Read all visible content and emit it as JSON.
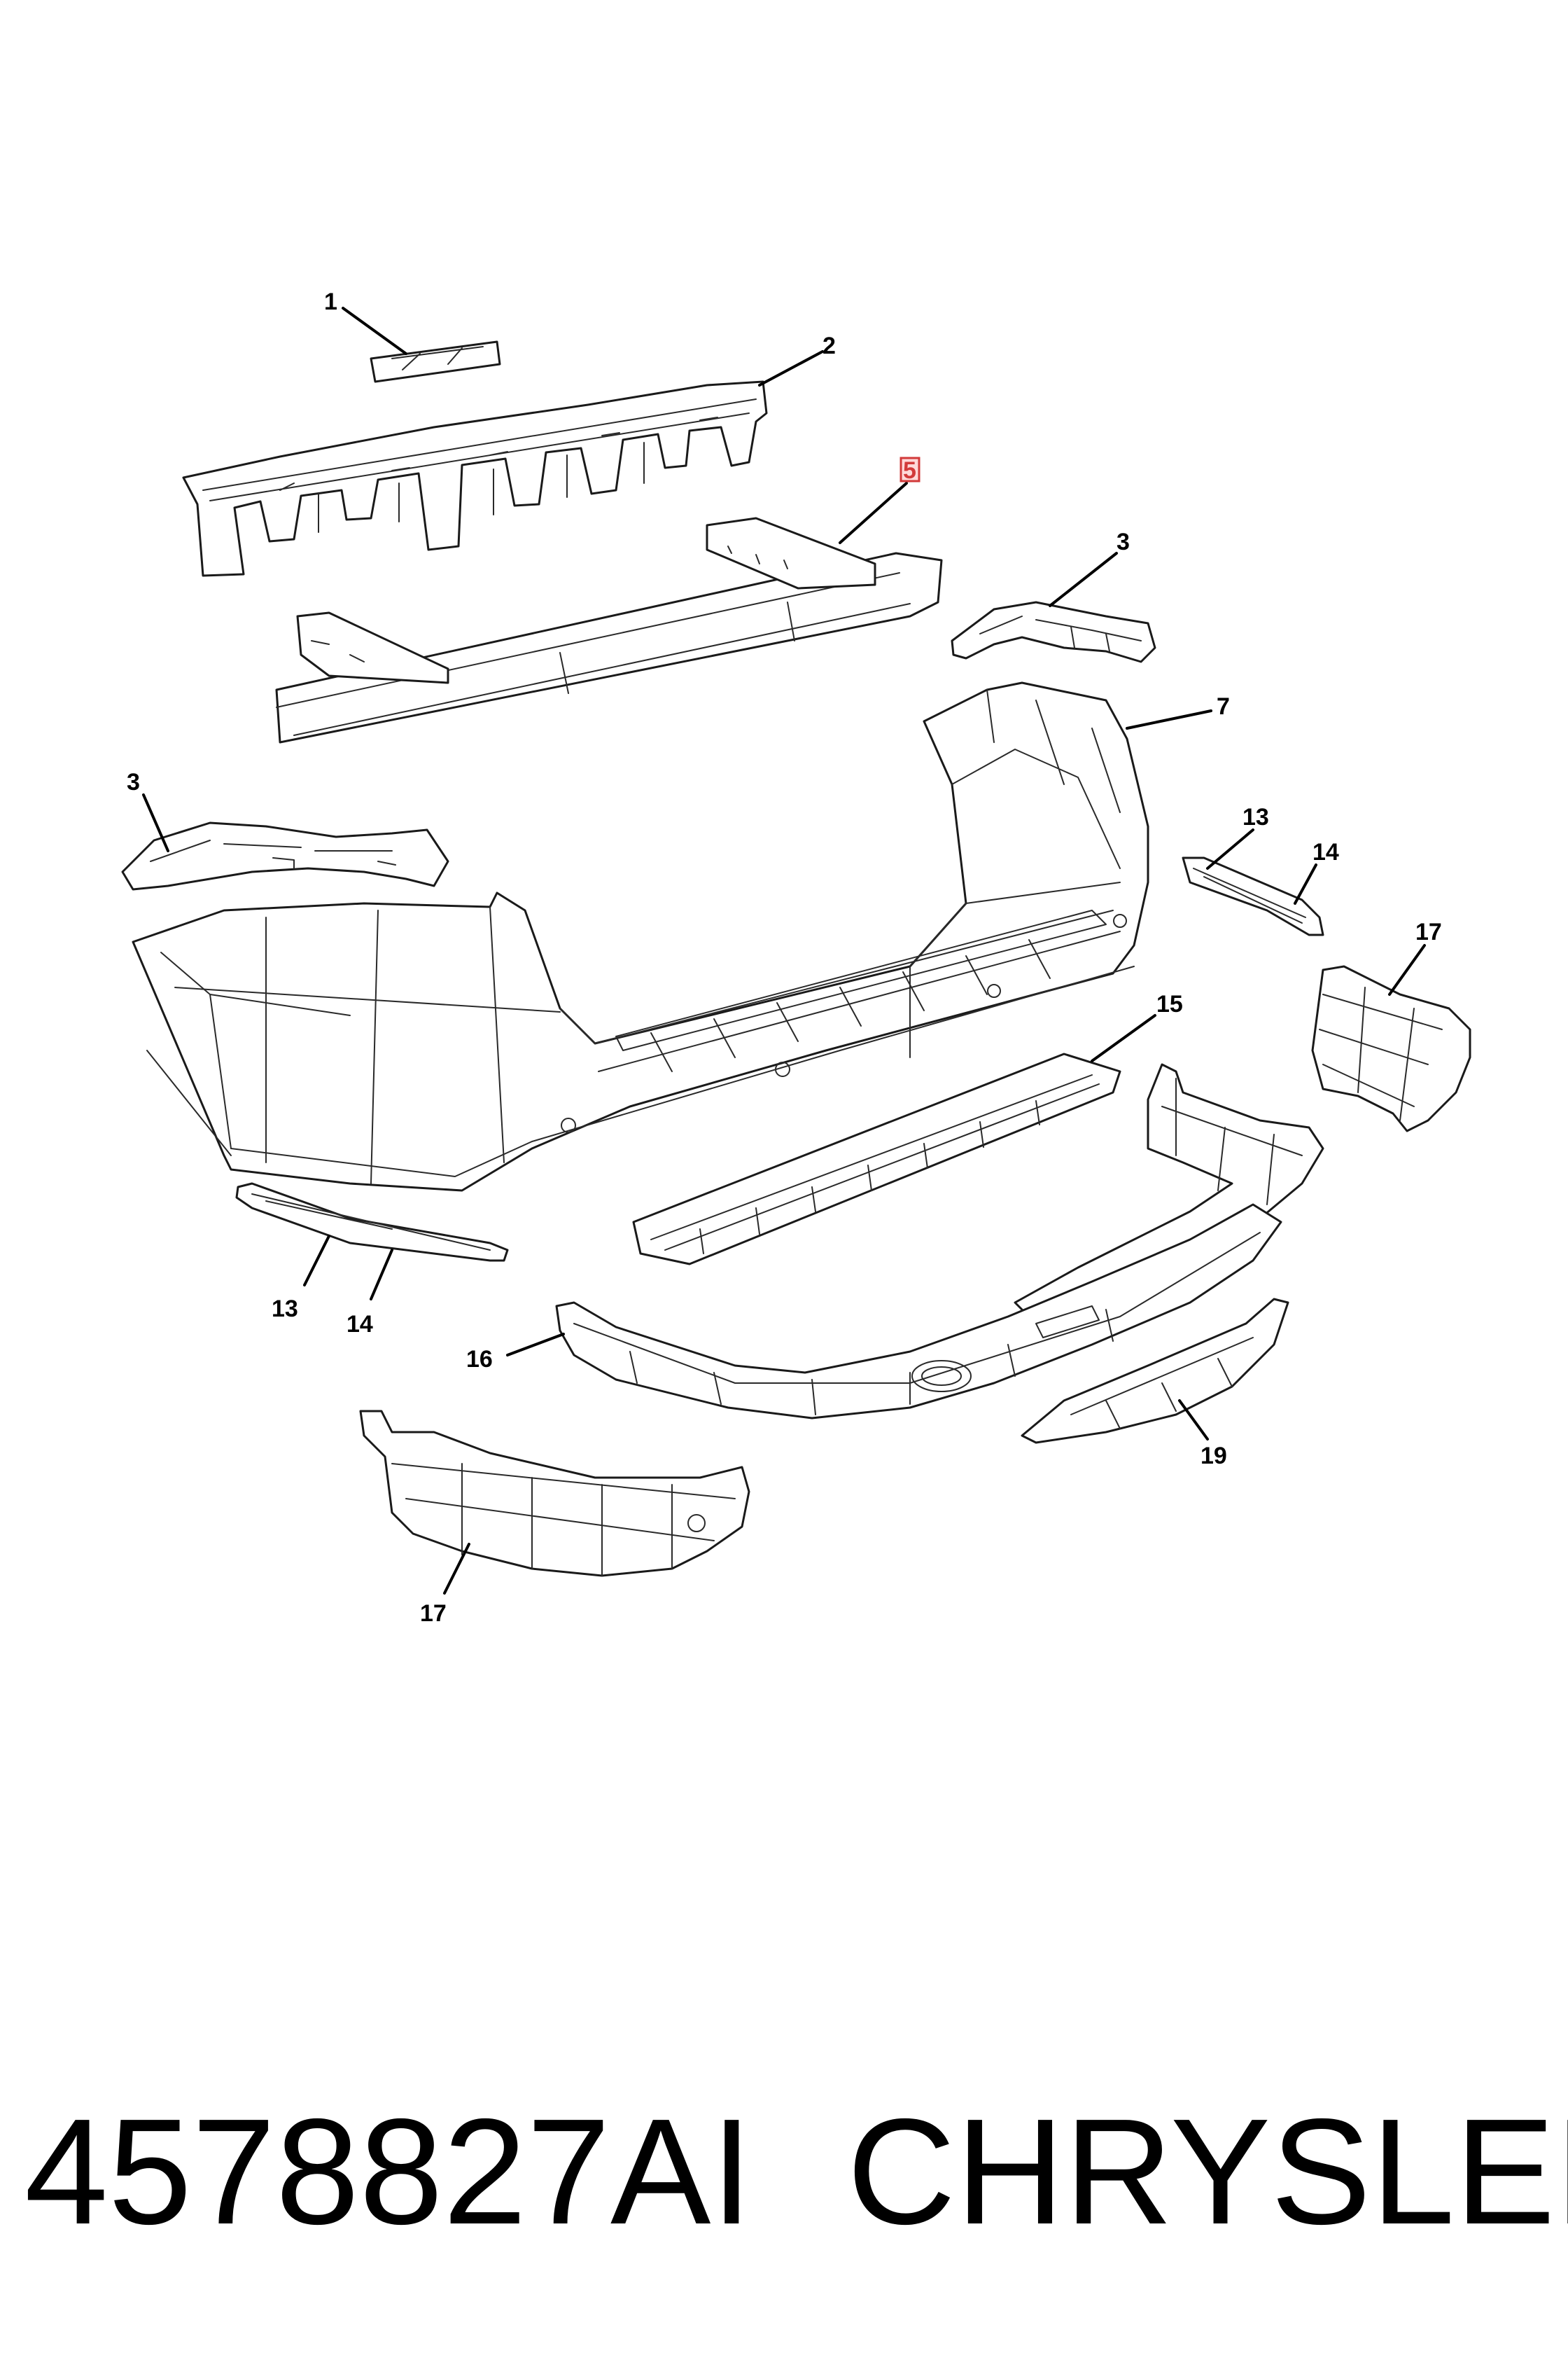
{
  "diagram": {
    "callouts": {
      "c1": "1",
      "c2": "2",
      "c5": "5",
      "c3a": "3",
      "c3b": "3",
      "c7": "7",
      "c13a": "13",
      "c14a": "14",
      "c17a": "17",
      "c15": "15",
      "c13b": "13",
      "c14b": "14",
      "c16": "16",
      "c19": "19",
      "c17b": "17"
    },
    "highlighted_callout": "5",
    "highlight_color": "#d23a3a"
  },
  "footer": {
    "part_number": "4578827AI",
    "brand": "CHRYSLER"
  }
}
